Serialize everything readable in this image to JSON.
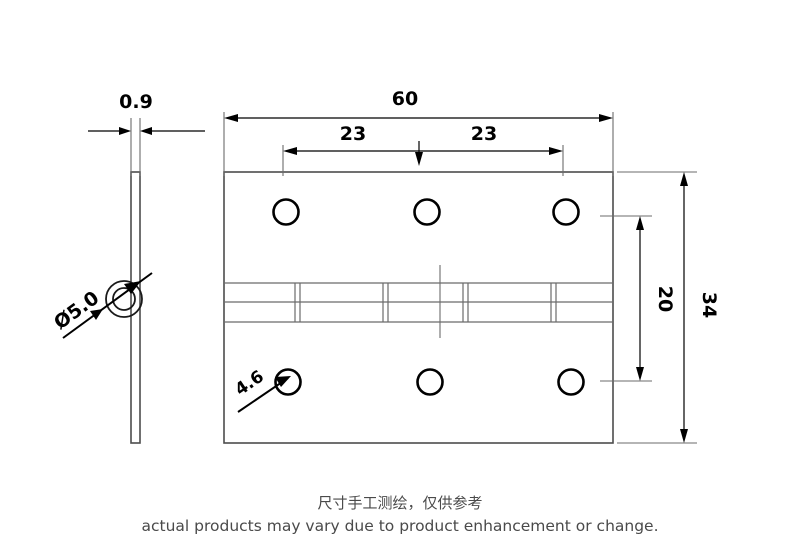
{
  "drawing": {
    "title": "hinge-technical-drawing",
    "units": "mm",
    "line_color": "#4d4d4d",
    "text_color": "#000000",
    "caption_color": "#4a4a4a",
    "background": "#ffffff"
  },
  "dimensions": {
    "overall_width": "60",
    "hole_spacing_left": "23",
    "hole_spacing_right": "23",
    "overall_height": "34",
    "hole_row_spacing": "20",
    "plate_thickness": "0.9",
    "pin_diameter": "Ø5.0",
    "hole_diameter": "4.6"
  },
  "views": {
    "side_view_label": "side-edge-view",
    "front_view_label": "front-face-view"
  },
  "holes": {
    "top_row": [
      "hole-top-left",
      "hole-top-center",
      "hole-top-right"
    ],
    "bottom_row": [
      "hole-bottom-left",
      "hole-bottom-center",
      "hole-bottom-right"
    ]
  },
  "caption": {
    "line_cn": "尺寸手工测绘，仅供参考",
    "line_en": "actual products may vary due to product enhancement or change."
  }
}
